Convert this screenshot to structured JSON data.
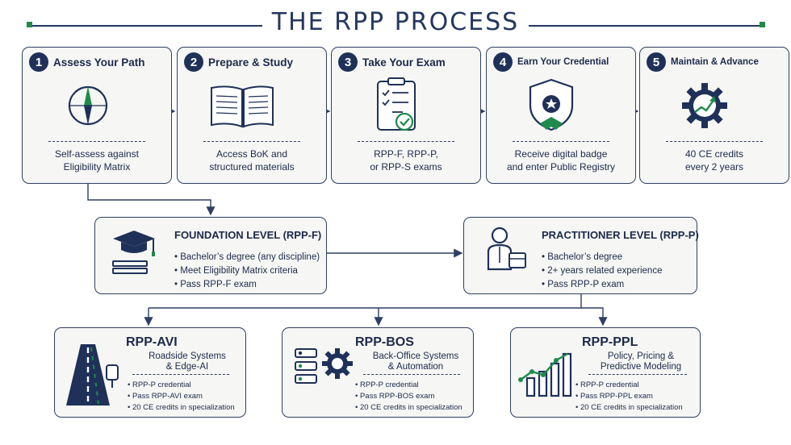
{
  "title": "THE RPP PROCESS",
  "colors": {
    "navy": "#1f3159",
    "green": "#1f8a4c",
    "card_bg": "#f6f6f4"
  },
  "steps": [
    {
      "number": "1",
      "title": "Assess Your Path",
      "icon": "compass-icon",
      "desc": [
        "Self-assess against",
        "Eligibility Matrix"
      ]
    },
    {
      "number": "2",
      "title": "Prepare & Study",
      "icon": "open-book-icon",
      "desc": [
        "Access BoK and",
        "structured materials"
      ]
    },
    {
      "number": "3",
      "title": "Take Your Exam",
      "icon": "clipboard-checklist-icon",
      "desc": [
        "RPP-F, RPP-P,",
        "or RPP-S exams"
      ]
    },
    {
      "number": "4",
      "title": "Earn Your Credential",
      "icon": "shield-badge-icon",
      "desc": [
        "Receive digital badge",
        "and enter Public Registry"
      ]
    },
    {
      "number": "5",
      "title": "Maintain & Advance",
      "icon": "gear-growth-icon",
      "desc": [
        "40 CE credits",
        "every 2 years"
      ]
    }
  ],
  "levels": {
    "foundation": {
      "title": "FOUNDATION LEVEL (RPP-F)",
      "icon": "graduation-cap-icon",
      "bullets": [
        "Bachelor’s degree (any discipline)",
        "Meet Eligibility Matrix criteria",
        "Pass RPP-F exam"
      ]
    },
    "practitioner": {
      "title": "PRACTITIONER LEVEL (RPP-P)",
      "icon": "professional-person-icon",
      "bullets": [
        "Bachelor’s degree",
        "2+ years related experience",
        "Pass RPP-P exam"
      ]
    }
  },
  "specializations": [
    {
      "title": "RPP-AVI",
      "subtitle": [
        "Roadside Systems",
        "& Edge-AI"
      ],
      "icon": "road-icon",
      "bullets": [
        "RPP-P credential",
        "Pass RPP-AVI exam",
        "20 CE credits in specialization"
      ]
    },
    {
      "title": "RPP-BOS",
      "subtitle": [
        "Back-Office Systems",
        "& Automation"
      ],
      "icon": "server-gear-icon",
      "bullets": [
        "RPP-P credential",
        "Pass RPP-BOS exam",
        "20 CE credits in specialization"
      ]
    },
    {
      "title": "RPP-PPL",
      "subtitle": [
        "Policy, Pricing &",
        "Predictive Modeling"
      ],
      "icon": "growth-chart-icon",
      "bullets": [
        "RPP-P credential",
        "Pass RPP-PPL exam",
        "20 CE credits in specialization"
      ]
    }
  ]
}
